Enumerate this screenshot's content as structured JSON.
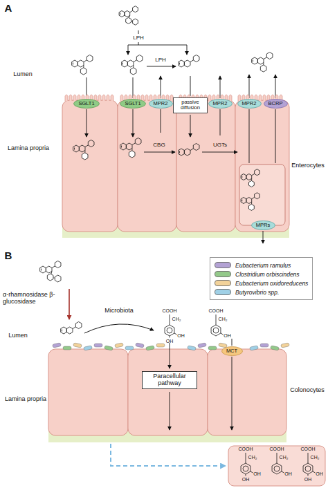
{
  "diagram": {
    "nodes": [
      {
        "text": [
          "SGLT1"
        ]
      },
      {
        "text": [
          "SGLT1"
        ]
      },
      {
        "text": [
          "MPR2"
        ]
      },
      {
        "text": [
          "passive diffusion"
        ]
      },
      {
        "text": [
          "MPR2"
        ]
      },
      {
        "text": [
          "MPR2"
        ]
      },
      {
        "text": [
          "BCRP"
        ]
      },
      {
        "text": [
          "MPRs"
        ]
      },
      {
        "text": [
          "Paracellular pathway"
        ]
      },
      {
        "text": [
          "MCT"
        ]
      }
    ],
    "labels": [
      "A",
      "LPH",
      "Lumen",
      "LPH",
      "Lamina propria",
      "CBG",
      "UGTs",
      "Enterocytes",
      "B",
      "α-rhamnosidase β-glucosidase",
      "Microbiota",
      "Lumen",
      "Lamina propria",
      "Colonocytes",
      "COOH",
      "CH₂",
      "OH",
      "OH",
      "COOH",
      "CH₂",
      "OH",
      "COOH",
      "CH₂",
      "OH",
      "OH",
      "COOH",
      "CH₂",
      "OH",
      "COOH",
      "CH₂",
      "OH",
      "OH"
    ],
    "legend": [
      {
        "text": "Eubacterium ramulus",
        "color": "#b3a2d4"
      },
      {
        "text": "Clostridium orbiscindens",
        "color": "#93c98a"
      },
      {
        "text": "Eubacterium oxidoreducens",
        "color": "#f2d29a"
      },
      {
        "text": "Butyrovibrio spp.",
        "color": "#9fd0e6"
      }
    ]
  }
}
